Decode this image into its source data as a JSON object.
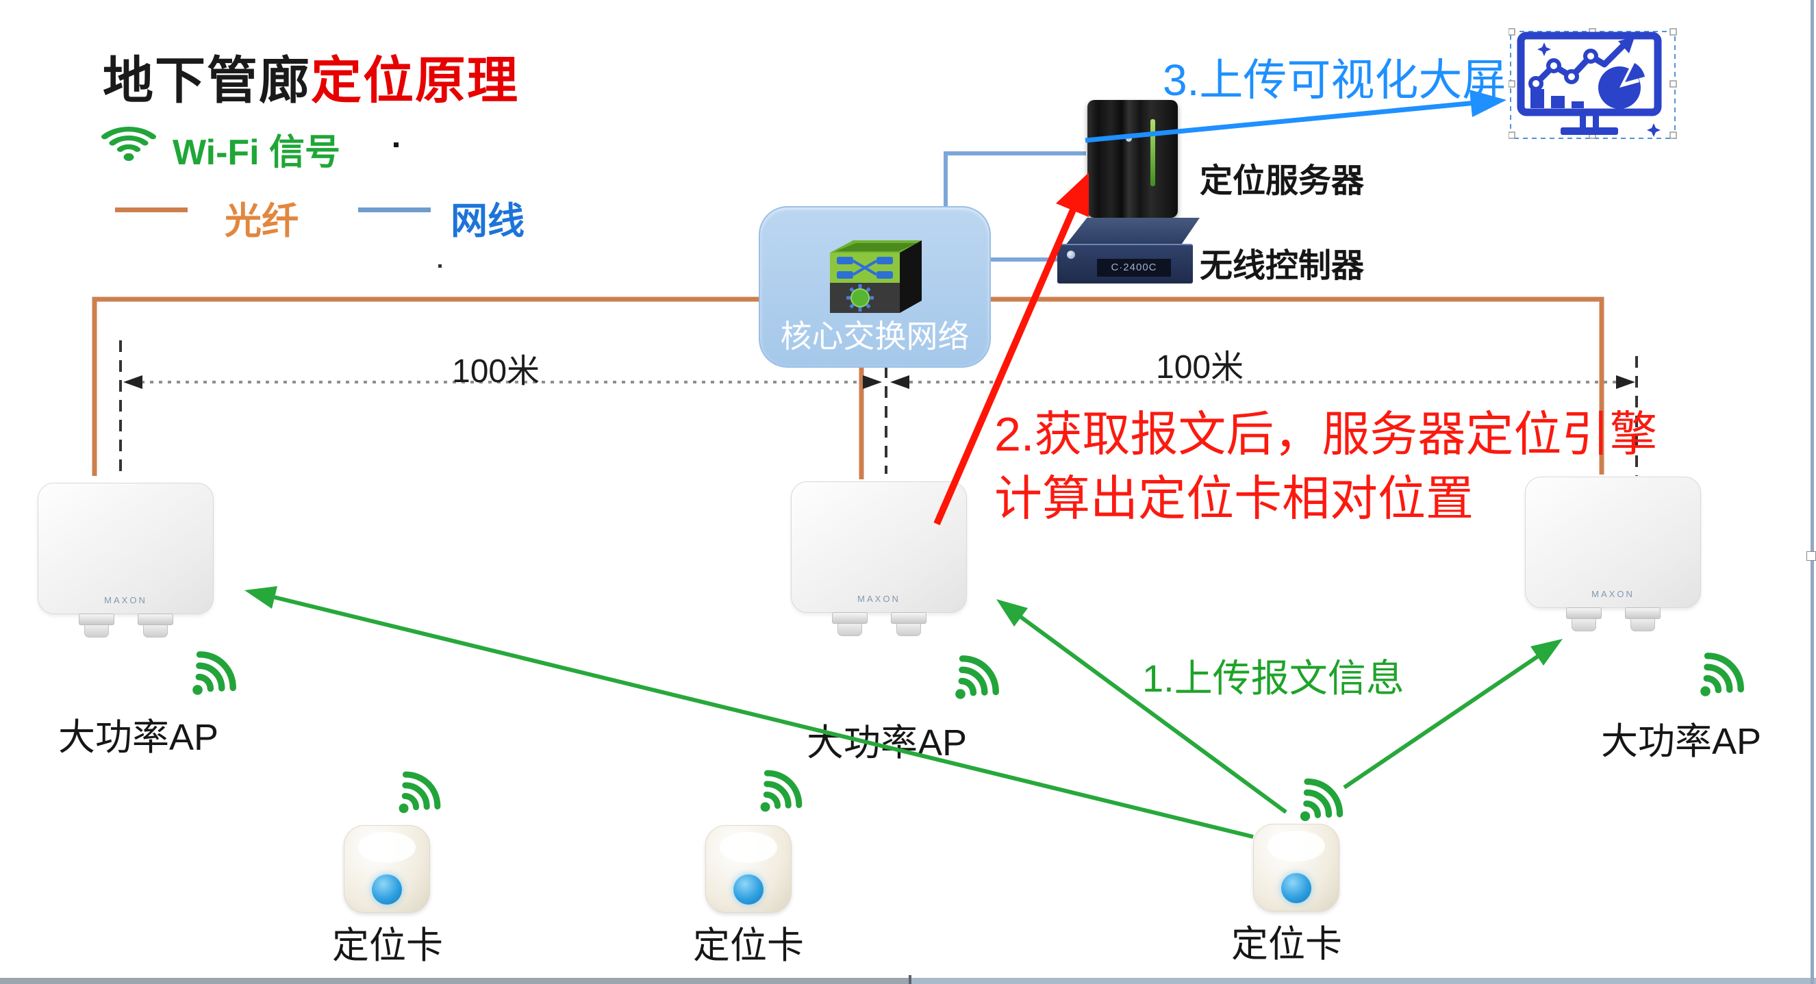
{
  "title": {
    "part_black": "地下管廊",
    "part_red": "定位原理"
  },
  "legend": {
    "wifi": {
      "label": "Wi-Fi 信号",
      "icon": "wifi-icon",
      "color": "#1FA637"
    },
    "fiber": {
      "label": "光纤",
      "swatch": "orange-line",
      "color": "#CD7F4E"
    },
    "ethernet": {
      "label": "网线",
      "swatch": "blue-line",
      "color": "#6F9CCC"
    }
  },
  "nodes": {
    "core_switch": {
      "label": "核心交换网络",
      "icon": "network-switch-icon"
    },
    "server": {
      "label": "定位服务器",
      "icon": "server-tower-icon"
    },
    "controller": {
      "label": "无线控制器",
      "icon": "wireless-controller-icon"
    },
    "ap": {
      "label": "大功率AP",
      "brand": "MAXON",
      "count": 3
    },
    "tag": {
      "label": "定位卡",
      "count": 3
    },
    "dashboard": {
      "icon": "dashboard-chart-icon"
    }
  },
  "annotations": {
    "step1": "1.上传报文信息",
    "step2_line1": "2.获取报文后，服务器定位引擎",
    "step2_line2": "计算出定位卡相对位置",
    "step3": "3.上传可视化大屏"
  },
  "dimensions": {
    "left": "100米",
    "right": "100米"
  },
  "colors": {
    "fiber_line": "#CD7F4E",
    "ethernet_line": "#7CA6D8",
    "wifi_green": "#22A43A",
    "arrow_green": "#27A83B",
    "arrow_red": "#FF1507",
    "arrow_blue": "#1E90FF",
    "core_box_fill": "#AECDEE",
    "title_red": "#E60000",
    "step2_red": "#FB1A10",
    "dashboard_blue": "#2B43C8"
  }
}
